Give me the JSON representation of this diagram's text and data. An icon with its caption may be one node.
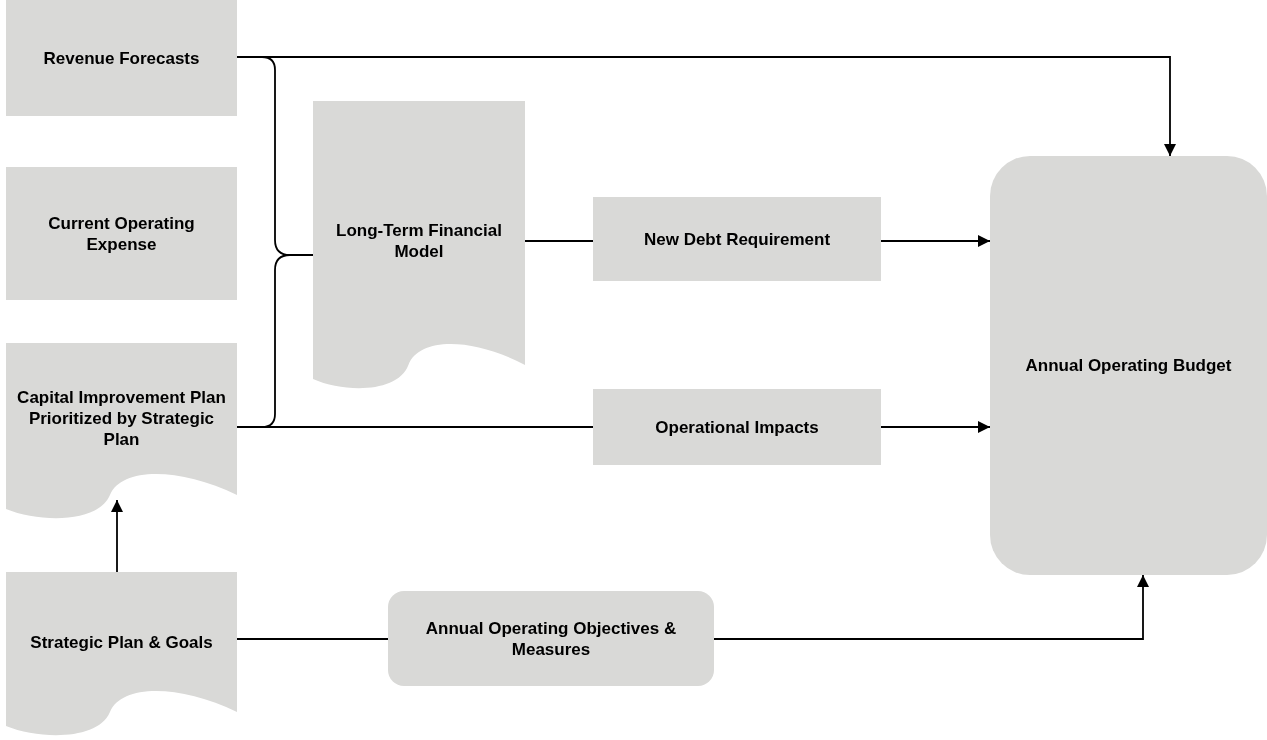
{
  "diagram": {
    "nodes": [
      {
        "text": [
          "Revenue Forecasts"
        ]
      },
      {
        "text": [
          "Current Operating Expense"
        ]
      },
      {
        "text": [
          "Capital Improvement Plan Prioritized by Strategic Plan"
        ]
      },
      {
        "text": [
          "Strategic Plan & Goals"
        ]
      },
      {
        "text": [
          "Long-Term Financial Model"
        ]
      },
      {
        "text": [
          "New Debt Requirement"
        ]
      },
      {
        "text": [
          "Operational Impacts"
        ]
      },
      {
        "text": [
          "Annual Operating Objectives & Measures"
        ]
      },
      {
        "text": [
          "Annual Operating Budget"
        ]
      }
    ],
    "edges": [
      {
        "from": 0,
        "to": 8,
        "arrow": "to"
      },
      {
        "from": 4,
        "to": 5,
        "arrow": "none"
      },
      {
        "from": 5,
        "to": 8,
        "arrow": "to"
      },
      {
        "from": 2,
        "to": 6,
        "arrow": "none"
      },
      {
        "from": 6,
        "to": 8,
        "arrow": "to"
      },
      {
        "from": 3,
        "to": 2,
        "arrow": "to"
      },
      {
        "from": 3,
        "to": 7,
        "arrow": "none"
      },
      {
        "from": 7,
        "to": 8,
        "arrow": "to"
      },
      {
        "from": 0,
        "to": 4,
        "arrow": "none"
      },
      {
        "from": 2,
        "to": 4,
        "arrow": "none"
      }
    ]
  }
}
